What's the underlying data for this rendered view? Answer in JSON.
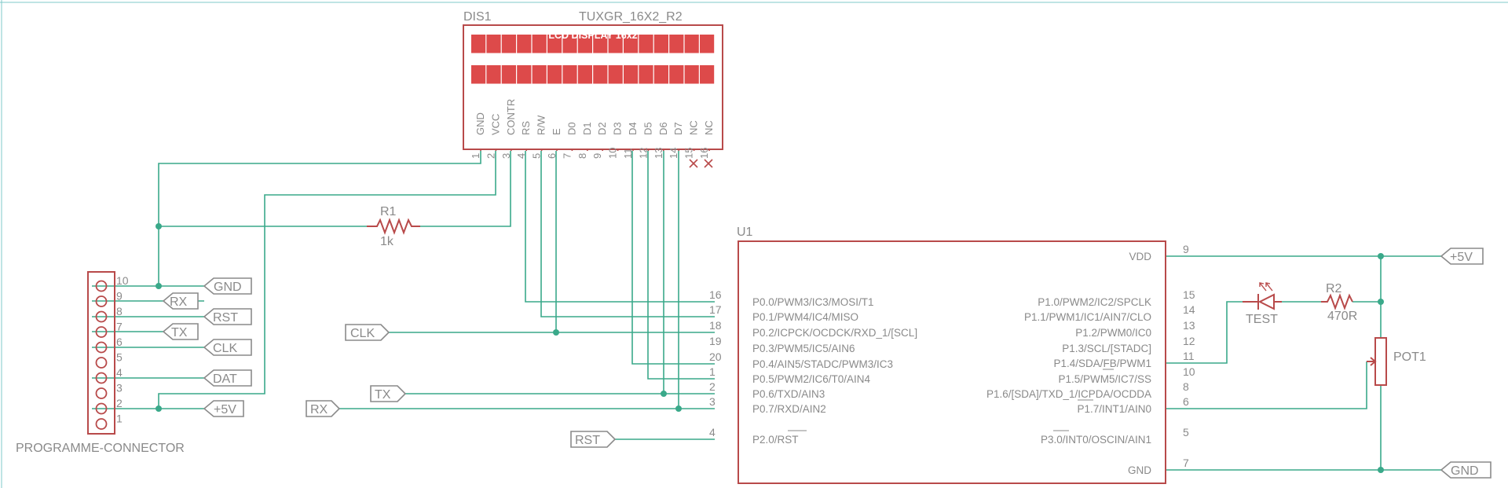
{
  "lcd": {
    "ref": "DIS1",
    "part": "TUXGR_16X2_R2",
    "title": "LCD DISPLAY 16x2",
    "pins": [
      {
        "name": "GND",
        "num": "1"
      },
      {
        "name": "VCC",
        "num": "2"
      },
      {
        "name": "CONTR",
        "num": "3"
      },
      {
        "name": "RS",
        "num": "4"
      },
      {
        "name": "R/W",
        "num": "5"
      },
      {
        "name": "E",
        "num": "6"
      },
      {
        "name": "D0",
        "num": "7"
      },
      {
        "name": "D1",
        "num": "8"
      },
      {
        "name": "D2",
        "num": "9"
      },
      {
        "name": "D3",
        "num": "10"
      },
      {
        "name": "D4",
        "num": "11"
      },
      {
        "name": "D5",
        "num": "12"
      },
      {
        "name": "D6",
        "num": "13"
      },
      {
        "name": "D7",
        "num": "14"
      },
      {
        "name": "NC",
        "num": "15"
      },
      {
        "name": "NC",
        "num": "16"
      }
    ]
  },
  "r1": {
    "ref": "R1",
    "value": "1k"
  },
  "r2": {
    "ref": "R2",
    "value": "470R"
  },
  "led": {
    "ref": "TEST"
  },
  "pot": {
    "ref": "POT1"
  },
  "connector": {
    "name": "PROGRAMME-CONNECTOR",
    "pins": [
      "10",
      "9",
      "8",
      "7",
      "6",
      "5",
      "4",
      "3",
      "2",
      "1"
    ],
    "flags": [
      "GND",
      "RX",
      "RST",
      "TX",
      "CLK",
      "DAT",
      "+5V"
    ]
  },
  "mcu": {
    "ref": "U1",
    "left_pins": [
      {
        "num": "16",
        "name": "P0.0/PWM3/IC3/MOSI/T1"
      },
      {
        "num": "17",
        "name": "P0.1/PWM4/IC4/MISO"
      },
      {
        "num": "18",
        "name": "P0.2/ICPCK/OCDCK/RXD_1/[SCL]"
      },
      {
        "num": "19",
        "name": "P0.3/PWM5/IC5/AIN6"
      },
      {
        "num": "20",
        "name": "P0.4/AIN5/STADC/PWM3/IC3"
      },
      {
        "num": "1",
        "name": "P0.5/PWM2/IC6/T0/AIN4"
      },
      {
        "num": "2",
        "name": "P0.6/TXD/AIN3"
      },
      {
        "num": "3",
        "name": "P0.7/RXD/AIN2"
      },
      {
        "num": "4",
        "name": "P2.0/RST"
      }
    ],
    "right_pins": [
      {
        "num": "9",
        "name": "VDD"
      },
      {
        "num": "15",
        "name": "P1.0/PWM2/IC2/SPCLK"
      },
      {
        "num": "14",
        "name": "P1.1/PWM1/IC1/AIN7/CLO"
      },
      {
        "num": "13",
        "name": "P1.2/PWM0/IC0"
      },
      {
        "num": "12",
        "name": "P1.3/SCL/[STADC]"
      },
      {
        "num": "11",
        "name": "P1.4/SDA/FB/PWM1"
      },
      {
        "num": "10",
        "name": "P1.5/PWM5/IC7/SS"
      },
      {
        "num": "8",
        "name": "P1.6/[SDA]/TXD_1/ICPDA/OCDDA"
      },
      {
        "num": "6",
        "name": "P1.7/INT1/AIN0"
      },
      {
        "num": "5",
        "name": "P3.0/INT0/OSCIN/AIN1"
      },
      {
        "num": "7",
        "name": "GND"
      }
    ]
  },
  "net_flags": {
    "clk": "CLK",
    "tx": "TX",
    "rx": "RX",
    "rst": "RST",
    "vcc": "+5V",
    "gnd": "GND"
  }
}
